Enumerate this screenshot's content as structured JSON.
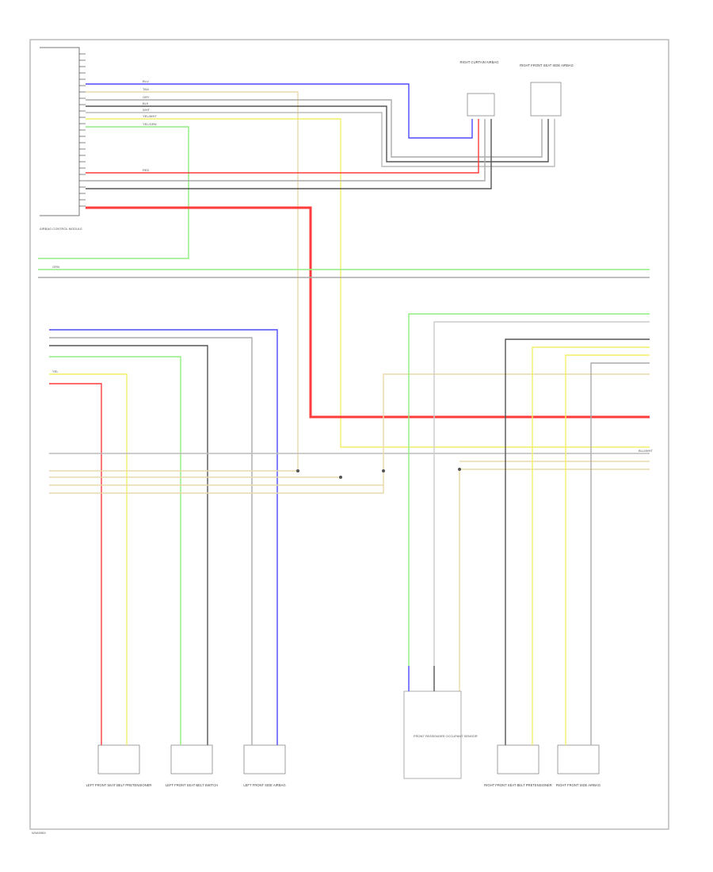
{
  "footer_code": "W3A9983",
  "colors": {
    "blue": "#4b4bff",
    "red": "#ff3b3b",
    "yellow": "#f3ef6a",
    "green": "#90ee80",
    "tan": "#ead9a8",
    "grey": "#aaaaaa",
    "black": "#555555",
    "white": "#d8d8d8"
  },
  "components": {
    "control_module": "AIRBAG CONTROL MODULE",
    "right_side_airbag_1": "RIGHT CURTAIN AIRBAG",
    "right_side_airbag_2": "RIGHT FRONT SEAT SIDE AIRBAG",
    "left_pretensioner": "LEFT FRONT SEAT BELT PRETENSIONER",
    "left_belt_switch": "LEFT FRONT SEAT BELT SWITCH",
    "left_side_airbag": "LEFT FRONT SIDE AIRBAG",
    "occupant_sensor": "FRONT PASSENGER OCCUPANT SENSOR",
    "right_pretensioner": "RIGHT FRONT SEAT BELT PRETENSIONER",
    "right_side_airbag": "RIGHT FRONT SIDE AIRBAG"
  },
  "wire_labels": {
    "blu": "BLU",
    "red": "RED",
    "yel": "YEL",
    "grn": "GRN",
    "tan": "TAN",
    "gry": "GRY",
    "blk": "BLK",
    "wht": "WHT",
    "yel_wht": "YEL/WHT",
    "blu_wht": "BLU/WHT",
    "yel_grn": "YEL/GRN"
  }
}
